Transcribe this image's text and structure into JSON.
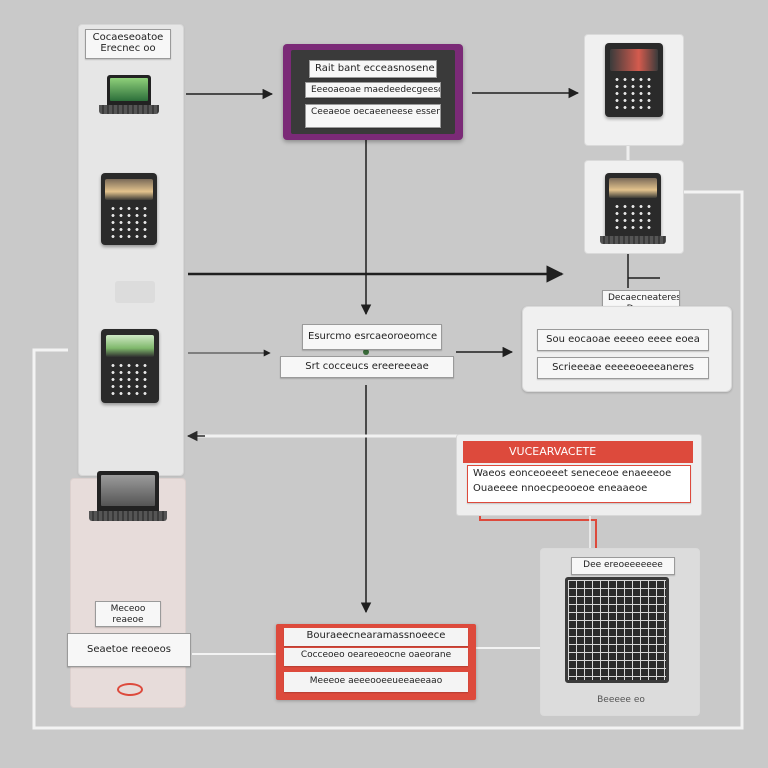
{
  "colors": {
    "background": "#c9c9c9",
    "accent_purple": "#7b2a77",
    "accent_red": "#dd4a3c",
    "wire": "#1f1f1f",
    "white_wire": "#f3f3f3"
  },
  "left_column": {
    "header_label": "Cocaeseoatoe\nErecnec oo"
  },
  "top_center": {
    "line_1": "Rait bant ecceasnosene",
    "line_2": "Eeeoaeoae maedeedecgeesc",
    "line_3": "Ceeaeoe oecaeeneese essen"
  },
  "middle_center": {
    "top_label": "Esurcmo esrcaeoroeomce",
    "bottom_label": "Srt cocceucs ereereeeae"
  },
  "right_upper": {
    "label": "Decaecneateres\nDeuce escaeeal"
  },
  "right_middle": {
    "line_1": "Sou eocaoae eeeeo eeee eoea",
    "line_2": "Scrieeeae eeeeeoeeeaneres"
  },
  "red_callout": {
    "title": "Vucearvacete",
    "line_1": "Waeos eonceoeeet seneceoe enaeeeoe",
    "line_2": "Ouaeeee nnoecpeooeoe eneaaeoe"
  },
  "bottom_center": {
    "line_1": "Bouraeecnearamassnoeece",
    "line_2": "Cocceoeo oeareoeocne oaeorane",
    "line_3": "Meeeoe aeeeooeeueeaeeaao"
  },
  "lower_left": {
    "label_small": "Meceoo reaeoe\nManeeeea",
    "label_box": "Seaetoe reeoeos"
  },
  "server": {
    "label": "Dee ereoeeeeeee",
    "footer": "Beeeee eo"
  }
}
